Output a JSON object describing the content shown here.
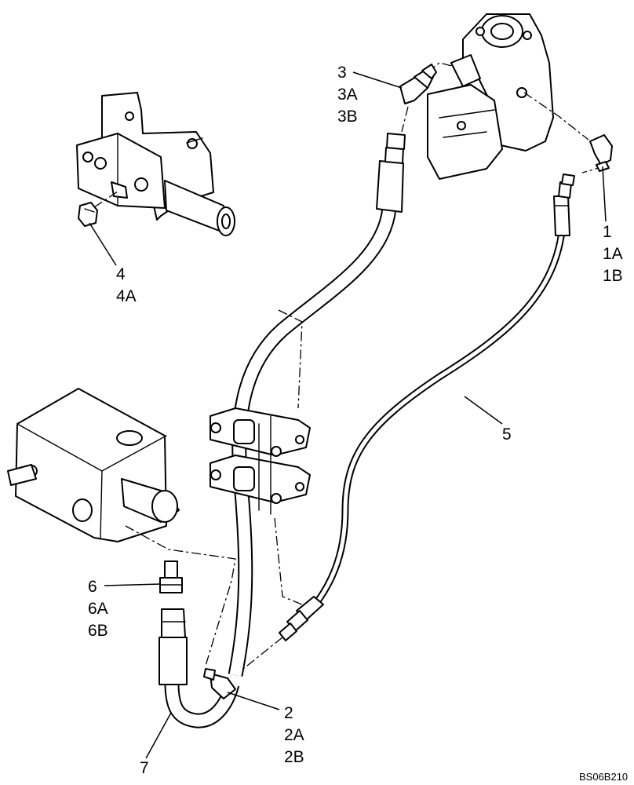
{
  "callouts": {
    "c1": [
      "1",
      "1A",
      "1B"
    ],
    "c2": [
      "2",
      "2A",
      "2B"
    ],
    "c3": [
      "3",
      "3A",
      "3B"
    ],
    "c4": [
      "4",
      "4A"
    ],
    "c5": [
      "5"
    ],
    "c6": [
      "6",
      "6A",
      "6B"
    ],
    "c7": [
      "7"
    ]
  },
  "drawing_ref": "BS06B210",
  "colors": {
    "line": "#000000",
    "background": "#ffffff"
  }
}
